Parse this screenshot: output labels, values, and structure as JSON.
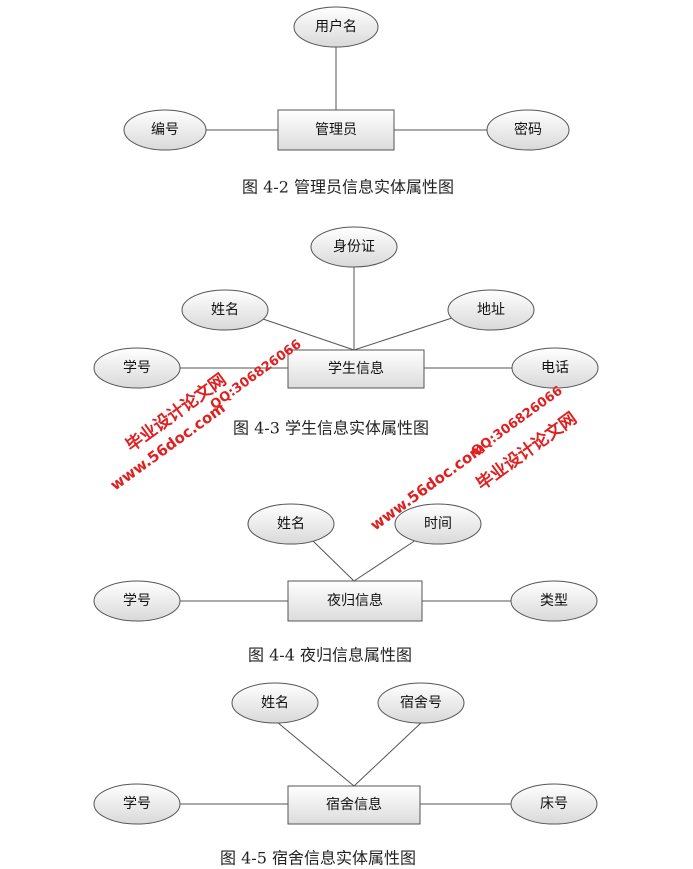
{
  "diagrams": [
    {
      "entity": "管理员",
      "attributes": [
        "用户名",
        "编号",
        "密码"
      ],
      "caption": "图 4-2 管理员信息实体属性图"
    },
    {
      "entity": "学生信息",
      "attributes": [
        "身份证",
        "姓名",
        "地址",
        "学号",
        "电话"
      ],
      "caption": "图 4-3 学生信息实体属性图"
    },
    {
      "entity": "夜归信息",
      "attributes": [
        "姓名",
        "时间",
        "学号",
        "类型"
      ],
      "caption": "图 4-4 夜归信息属性图"
    },
    {
      "entity": "宿舍信息",
      "attributes": [
        "姓名",
        "宿舍号",
        "学号",
        "床号"
      ],
      "caption": "图 4-5 宿舍信息实体属性图"
    }
  ],
  "watermark": {
    "site_name": "毕业设计论文网",
    "url": "www.56doc.com",
    "qq": "QQ:306826066",
    "color": "#e02020"
  }
}
